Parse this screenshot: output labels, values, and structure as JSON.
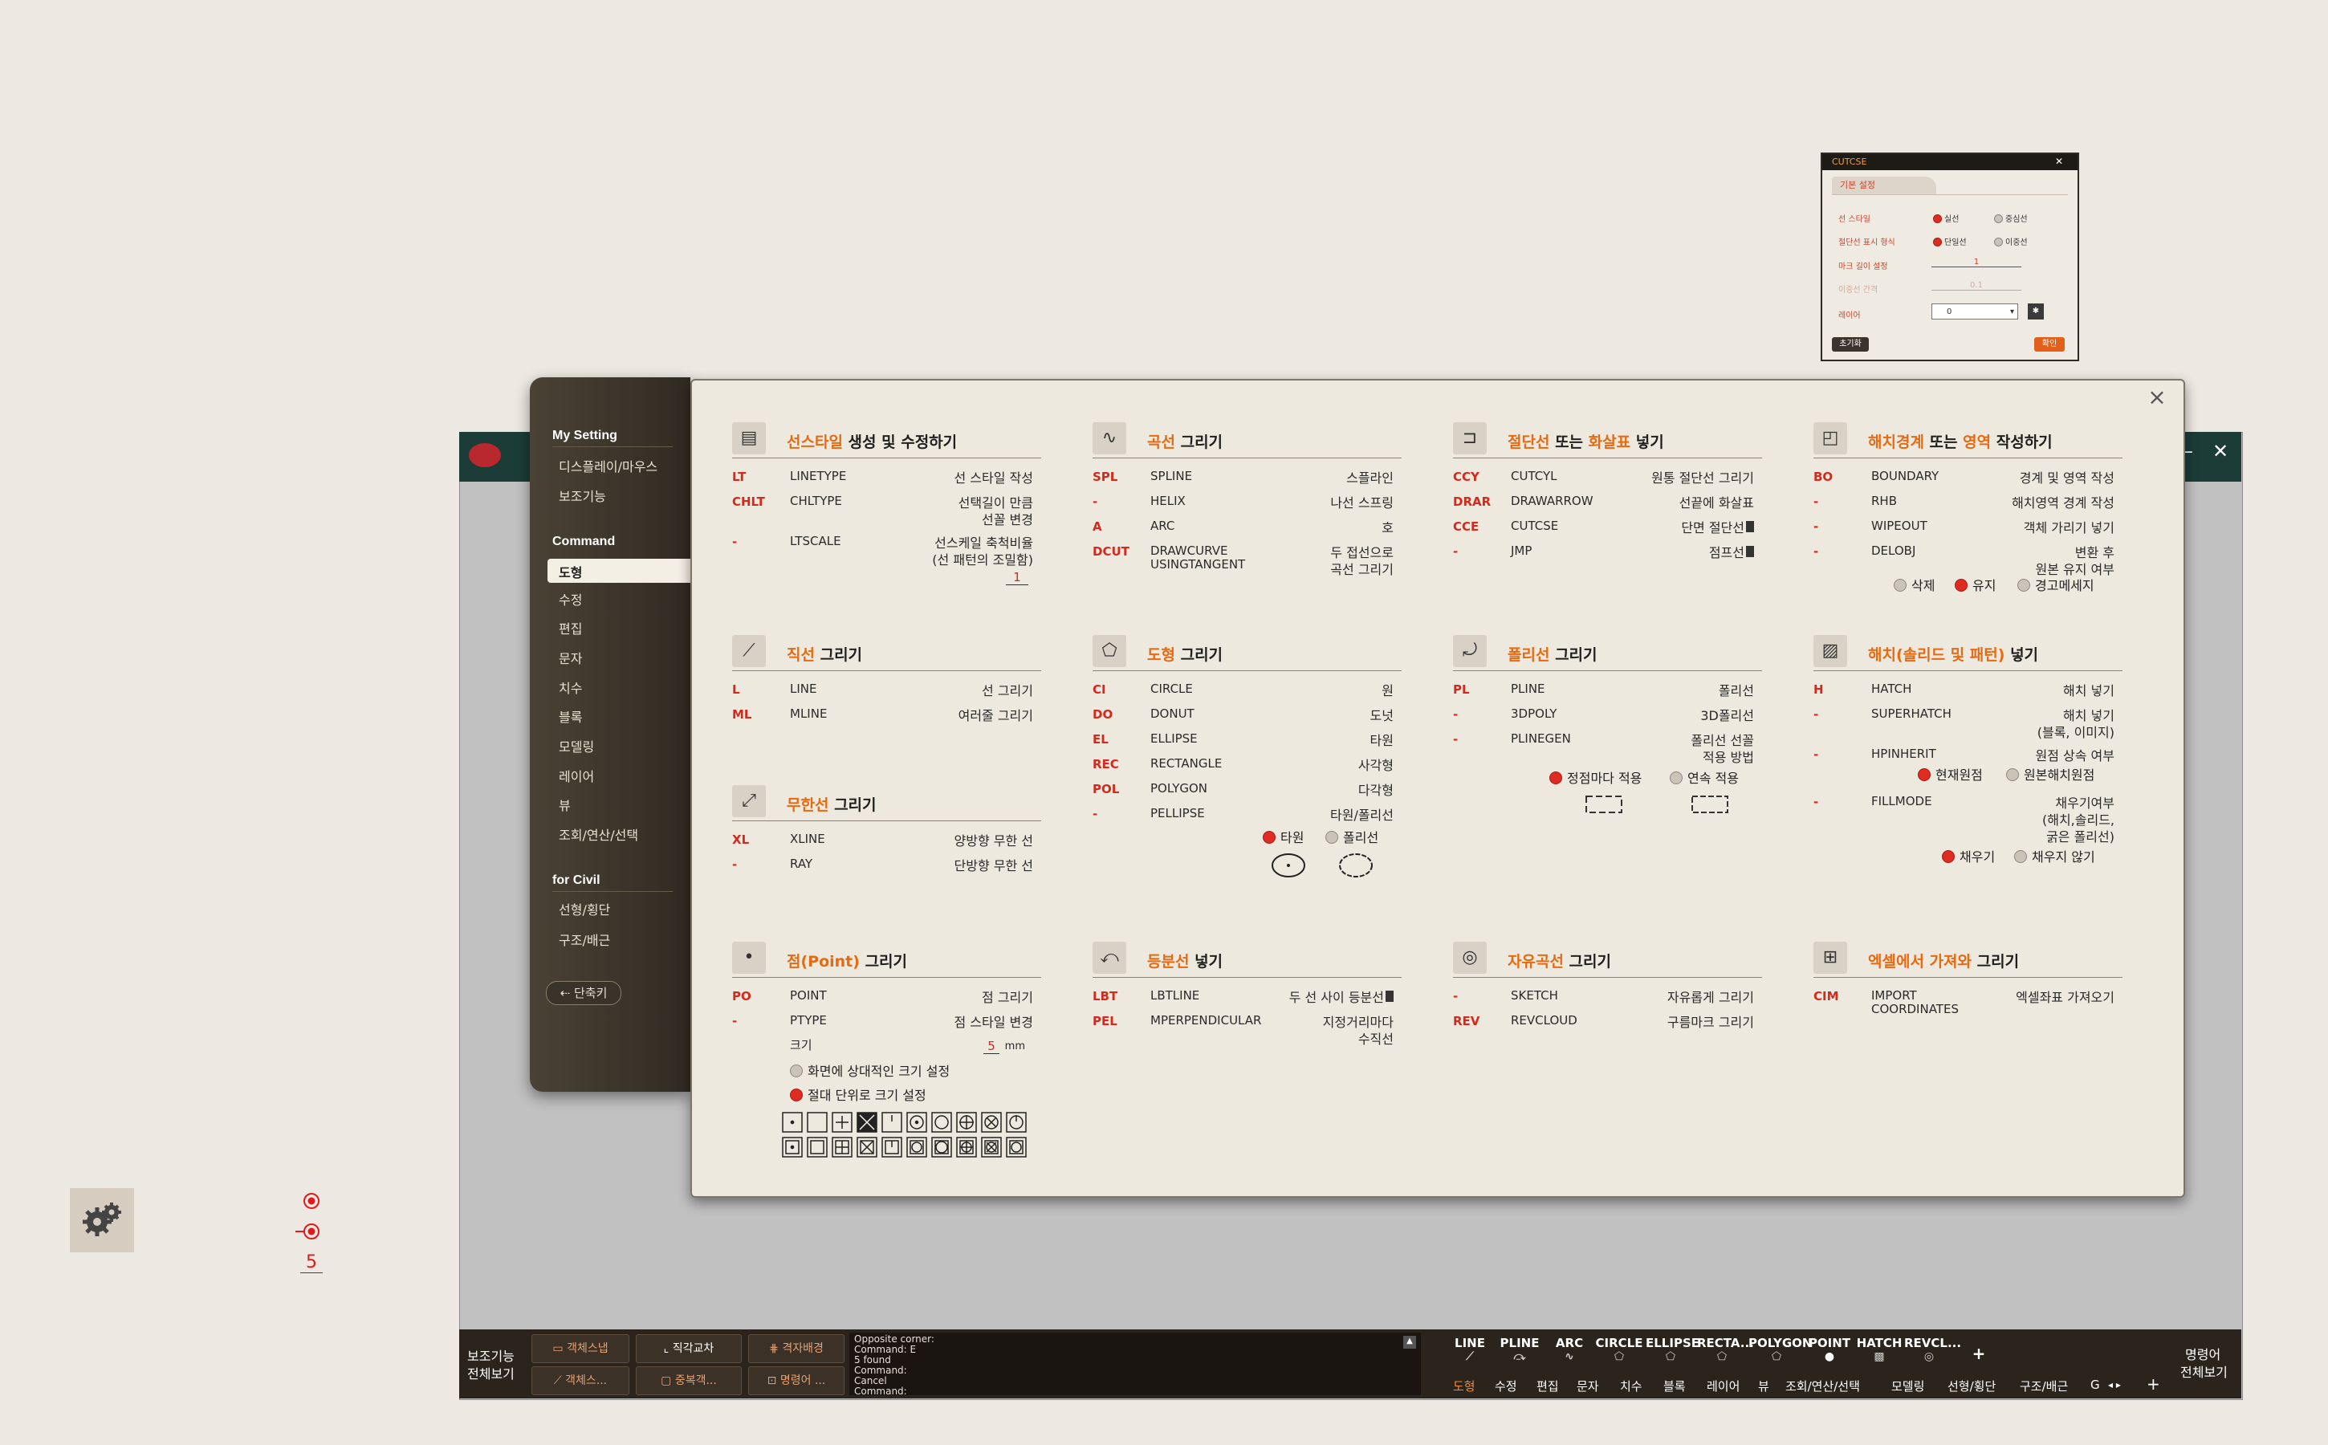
{
  "popup": {
    "title": "CUTCSE",
    "tab": "기본 설정",
    "rows": [
      {
        "label": "선 스타일",
        "opt1": "실선",
        "opt2": "중심선"
      },
      {
        "label": "절단선 표시 형식",
        "opt1": "단일선",
        "opt2": "이중선"
      },
      {
        "label": "마크 길이 설정",
        "value": "1"
      },
      {
        "label": "이중선 간격",
        "value": "0.1"
      },
      {
        "label": "레이어",
        "value": "0"
      }
    ],
    "reset": "초기화",
    "ok": "확인"
  },
  "nav": {
    "mysetting_header": "My Setting",
    "mysetting_items": [
      "디스플레이/마우스",
      "보조기능"
    ],
    "command_header": "Command",
    "command_selected": "도형",
    "command_items": [
      "수정",
      "편집",
      "문자",
      "치수",
      "블록",
      "모델링",
      "레이어",
      "뷰",
      "조회/연산/선택"
    ],
    "civil_header": "for Civil",
    "civil_items": [
      "선형/횡단",
      "구조/배근"
    ],
    "collapse": "단축키"
  },
  "sections": {
    "linestyle": {
      "t1": "선스타일",
      "t2": "생성 및 수정하기",
      "rows": [
        {
          "ab": "LT",
          "cmd": "LINETYPE",
          "ds": "선 스타일 작성"
        },
        {
          "ab": "CHLT",
          "cmd": "CHLTYPE",
          "ds": "선택길이 만큼\n선꼴 변경"
        },
        {
          "ab": "-",
          "cmd": "LTSCALE",
          "ds": "선스케일 축척비율\n(선 패턴의 조밀함)"
        }
      ],
      "value": "1"
    },
    "curve": {
      "t1": "곡선",
      "t2": "그리기",
      "rows": [
        {
          "ab": "SPL",
          "cmd": "SPLINE",
          "ds": "스플라인"
        },
        {
          "ab": "-",
          "cmd": "HELIX",
          "ds": "나선 스프링"
        },
        {
          "ab": "A",
          "cmd": "ARC",
          "ds": "호"
        },
        {
          "ab": "DCUT",
          "cmd": "DRAWCURVE\nUSINGTANGENT",
          "ds": "두 접선으로\n곡선 그리기"
        }
      ]
    },
    "cutline": {
      "t1": "절단선",
      "t2": "또는",
      "t3": "화살표",
      "t4": "넣기",
      "rows": [
        {
          "ab": "CCY",
          "cmd": "CUTCYL",
          "ds": "원통 절단선 그리기"
        },
        {
          "ab": "DRAR",
          "cmd": "DRAWARROW",
          "ds": "선끝에 화살표"
        },
        {
          "ab": "CCE",
          "cmd": "CUTCSE",
          "ds": "단면 절단선"
        },
        {
          "ab": "-",
          "cmd": "JMP",
          "ds": "점프선"
        }
      ]
    },
    "hatchbound": {
      "t1": "해치경계",
      "t2": "또는",
      "t3": "영역",
      "t4": "작성하기",
      "rows": [
        {
          "ab": "BO",
          "cmd": "BOUNDARY",
          "ds": "경계 및 영역 작성"
        },
        {
          "ab": "-",
          "cmd": "RHB",
          "ds": "해치영역 경계 작성"
        },
        {
          "ab": "-",
          "cmd": "WIPEOUT",
          "ds": "객체 가리기 넣기"
        },
        {
          "ab": "-",
          "cmd": "DELOBJ",
          "ds": "변환 후\n원본 유지 여부"
        }
      ],
      "radios": [
        "삭제",
        "유지",
        "경고메세지"
      ]
    },
    "line": {
      "t1": "직선",
      "t2": "그리기",
      "rows": [
        {
          "ab": "L",
          "cmd": "LINE",
          "ds": "선 그리기"
        },
        {
          "ab": "ML",
          "cmd": "MLINE",
          "ds": "여러줄 그리기"
        }
      ]
    },
    "shape": {
      "t1": "도형",
      "t2": "그리기",
      "rows": [
        {
          "ab": "CI",
          "cmd": "CIRCLE",
          "ds": "원"
        },
        {
          "ab": "DO",
          "cmd": "DONUT",
          "ds": "도넛"
        },
        {
          "ab": "EL",
          "cmd": "ELLIPSE",
          "ds": "타원"
        },
        {
          "ab": "REC",
          "cmd": "RECTANGLE",
          "ds": "사각형"
        },
        {
          "ab": "POL",
          "cmd": "POLYGON",
          "ds": "다각형"
        },
        {
          "ab": "-",
          "cmd": "PELLIPSE",
          "ds": "타원/폴리선"
        }
      ],
      "radios": [
        "타원",
        "폴리선"
      ]
    },
    "polyline": {
      "t1": "폴리선",
      "t2": "그리기",
      "rows": [
        {
          "ab": "PL",
          "cmd": "PLINE",
          "ds": "폴리선"
        },
        {
          "ab": "-",
          "cmd": "3DPOLY",
          "ds": "3D폴리선"
        },
        {
          "ab": "-",
          "cmd": "PLINEGEN",
          "ds": "폴리선 선꼴\n적용 방법"
        }
      ],
      "radios": [
        "정점마다 적용",
        "연속 적용"
      ]
    },
    "hatch": {
      "t1": "해치(솔리드 및 패턴)",
      "t2": "넣기",
      "rows": [
        {
          "ab": "H",
          "cmd": "HATCH",
          "ds": "해치 넣기"
        },
        {
          "ab": "-",
          "cmd": "SUPERHATCH",
          "ds": "해치 넣기\n(블록, 이미지)"
        },
        {
          "ab": "-",
          "cmd": "HPINHERIT",
          "ds": "원점 상속 여부"
        },
        {
          "ab": "-",
          "cmd": "FILLMODE",
          "ds": "채우기여부\n(해치,솔리드,\n굵은 폴리선)"
        }
      ],
      "radios1": [
        "현재원점",
        "원본해치원점"
      ],
      "radios2": [
        "채우기",
        "채우지 않기"
      ]
    },
    "xline": {
      "t1": "무한선",
      "t2": "그리기",
      "rows": [
        {
          "ab": "XL",
          "cmd": "XLINE",
          "ds": "양방향 무한 선"
        },
        {
          "ab": "-",
          "cmd": "RAY",
          "ds": "단방향 무한 선"
        }
      ]
    },
    "point": {
      "t1": "점(Point)",
      "t2": "그리기",
      "rows": [
        {
          "ab": "PO",
          "cmd": "POINT",
          "ds": "점 그리기"
        },
        {
          "ab": "-",
          "cmd": "PTYPE",
          "ds": "점 스타일 변경"
        }
      ],
      "size_label": "크기",
      "size_value": "5",
      "size_unit": "mm",
      "radios": [
        "화면에 상대적인 크기 설정",
        "절대 단위로 크기 설정"
      ]
    },
    "divide": {
      "t1": "등분선",
      "t2": "넣기",
      "rows": [
        {
          "ab": "LBT",
          "cmd": "LBTLINE",
          "ds": "두 선 사이 등분선"
        },
        {
          "ab": "PEL",
          "cmd": "MPERPENDICULAR",
          "ds": "지정거리마다\n수직선"
        }
      ]
    },
    "freecurve": {
      "t1": "자유곡선",
      "t2": "그리기",
      "rows": [
        {
          "ab": "-",
          "cmd": "SKETCH",
          "ds": "자유롭게 그리기"
        },
        {
          "ab": "REV",
          "cmd": "REVCLOUD",
          "ds": "구름마크 그리기"
        }
      ]
    },
    "excel": {
      "t1": "엑셀에서 가져와",
      "t2": "그리기",
      "rows": [
        {
          "ab": "CIM",
          "cmd": "IMPORT\nCOORDINATES",
          "ds": "엑셀좌표 가져오기"
        }
      ]
    }
  },
  "leftwidget": {
    "value": "5"
  },
  "bottombar": {
    "left_label1": "보조기능",
    "left_label2": "전체보기",
    "buttons": [
      "객체스냅",
      "직각교차",
      "격자배경",
      "객체스...",
      "중복객...",
      "명령어 ..."
    ],
    "console_lines": [
      "Opposite corner:",
      "Command: E",
      "5 found",
      "Command:",
      "Cancel",
      "Command:"
    ],
    "tools": [
      "LINE",
      "PLINE",
      "ARC",
      "CIRCLE",
      "ELLIPSE",
      "RECTA...",
      "POLYGON",
      "POINT",
      "HATCH",
      "REVCL..."
    ],
    "tabs": [
      "도형",
      "수정",
      "편집",
      "문자",
      "치수",
      "블록",
      "레이어",
      "뷰",
      "조회/연산/선택",
      "모델링",
      "선형/횡단",
      "구조/배근",
      "G"
    ],
    "right_label1": "명령어",
    "right_label2": "전체보기"
  },
  "colors": {
    "accent_orange": "#e56a12",
    "abbrev_red": "#d22a1d",
    "radio_on": "#e02b21",
    "nav_bg": "#3b342a",
    "panel_bg": "#eee9df"
  }
}
